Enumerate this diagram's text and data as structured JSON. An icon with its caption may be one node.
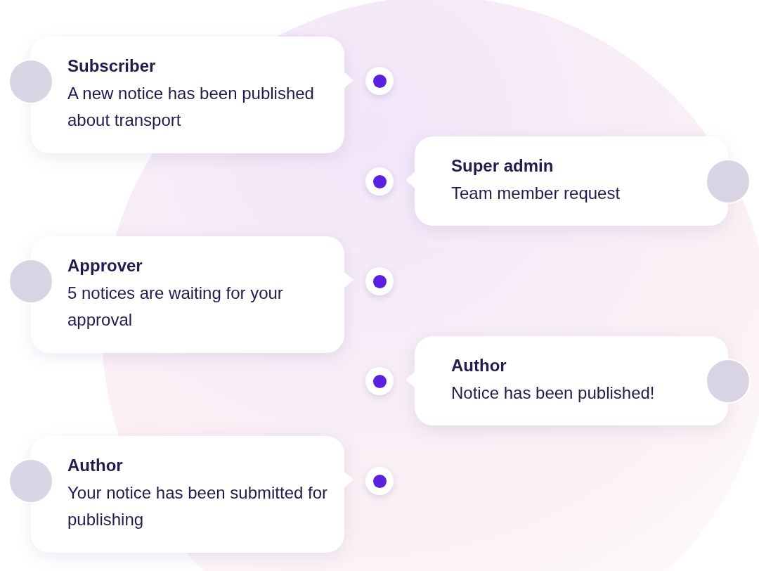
{
  "diagram": {
    "nodes": [
      {
        "text": [
          "Subscriber",
          "A new notice has been published about transport"
        ]
      },
      {
        "text": [],
        "shape": "circle"
      },
      {
        "text": [],
        "shape": "circle"
      },
      {
        "text": [
          "Super admin",
          "Team member request"
        ]
      },
      {
        "text": [
          "Approver",
          "5 notices are waiting for your approval"
        ]
      },
      {
        "text": [],
        "shape": "circle"
      },
      {
        "text": [],
        "shape": "circle"
      },
      {
        "text": [
          "Author",
          "Notice has been published!"
        ]
      },
      {
        "text": [
          "Author",
          "Your notice has been submitted for publishing"
        ]
      },
      {
        "text": [],
        "shape": "circle"
      }
    ]
  }
}
